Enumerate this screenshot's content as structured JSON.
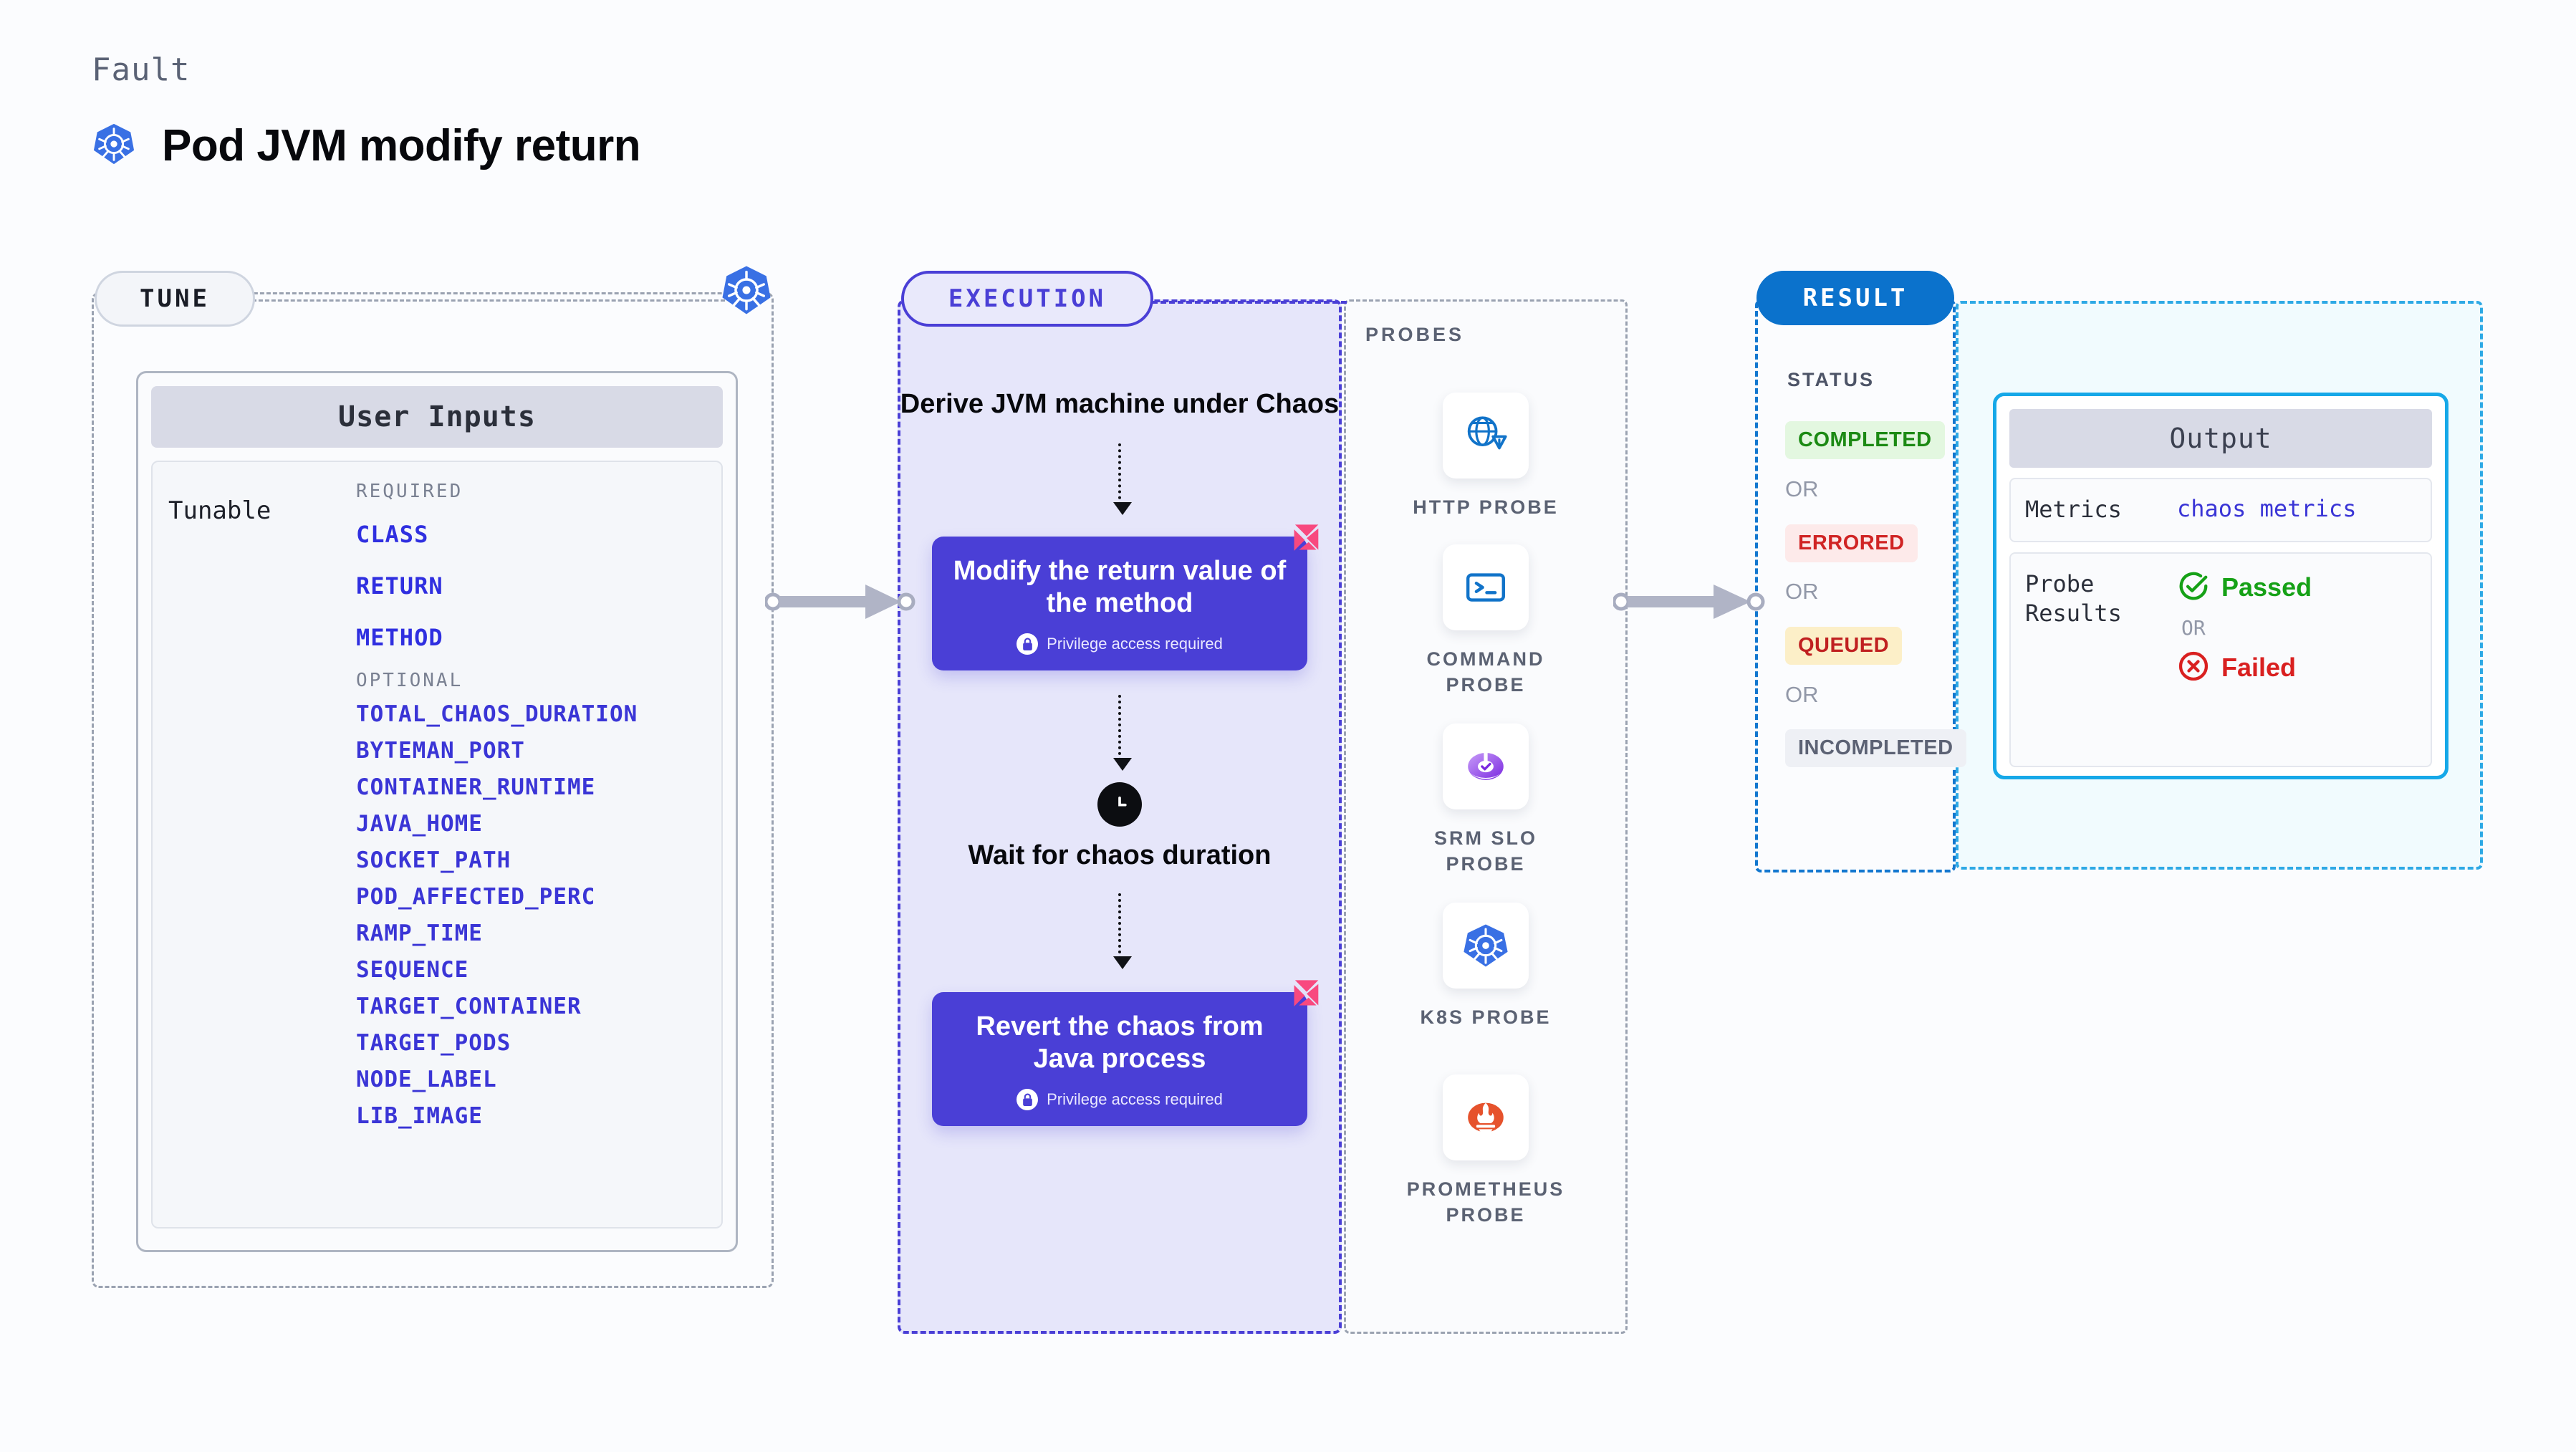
{
  "header": {
    "eyebrow": "Fault",
    "title": "Pod JVM modify return",
    "icon": "kubernetes-icon"
  },
  "tune": {
    "chip_label": "TUNE",
    "kubernetes_icon": "kubernetes-icon",
    "card": {
      "header": "User Inputs",
      "row_label": "Tunable",
      "required_label": "REQUIRED",
      "required": [
        "CLASS",
        "RETURN",
        "METHOD"
      ],
      "optional_label": "OPTIONAL",
      "optional": [
        "TOTAL_CHAOS_DURATION",
        "BYTEMAN_PORT",
        "CONTAINER_RUNTIME",
        "JAVA_HOME",
        "SOCKET_PATH",
        "POD_AFFECTED_PERC",
        "RAMP_TIME",
        "SEQUENCE",
        "TARGET_CONTAINER",
        "TARGET_PODS",
        "NODE_LABEL",
        "LIB_IMAGE"
      ]
    }
  },
  "execution": {
    "chip_label": "EXECUTION",
    "steps": [
      {
        "type": "text",
        "label": "Derive JVM machine\nunder Chaos"
      },
      {
        "type": "card",
        "label": "Modify the return\nvalue of the method",
        "note": "Privilege access required",
        "badge": "litmus-icon",
        "lock": "lock-icon"
      },
      {
        "type": "clock",
        "icon": "clock-icon",
        "label": "Wait for chaos\nduration"
      },
      {
        "type": "card",
        "label": "Revert the chaos\nfrom Java process",
        "note": "Privilege access required",
        "badge": "litmus-icon",
        "lock": "lock-icon"
      }
    ]
  },
  "probes": {
    "section_label": "PROBES",
    "items": [
      {
        "name": "HTTP PROBE",
        "icon": "globe-warning-icon"
      },
      {
        "name": "COMMAND\nPROBE",
        "icon": "terminal-icon"
      },
      {
        "name": "SRM SLO\nPROBE",
        "icon": "slo-gauge-icon"
      },
      {
        "name": "K8S PROBE",
        "icon": "kubernetes-icon"
      },
      {
        "name": "PROMETHEUS\nPROBE",
        "icon": "prometheus-icon"
      }
    ]
  },
  "result": {
    "chip_label": "RESULT",
    "status_label": "STATUS",
    "or_label": "OR",
    "statuses": [
      {
        "label": "COMPLETED",
        "bg": "#e3f7e0",
        "fg": "#1c8a14"
      },
      {
        "label": "ERRORED",
        "bg": "#fdeaea",
        "fg": "#d02424"
      },
      {
        "label": "QUEUED",
        "bg": "#fcefc8",
        "fg": "#c02020"
      },
      {
        "label": "INCOMPLETED",
        "bg": "#eef0f5",
        "fg": "#5c6274"
      }
    ]
  },
  "output": {
    "header": "Output",
    "metrics_key": "Metrics",
    "metrics_value": "chaos metrics",
    "probe_results_key": "Probe\nResults",
    "passed_label": "Passed",
    "failed_label": "Failed",
    "or_label": "OR",
    "pass_icon": "check-circle-icon",
    "fail_icon": "x-circle-icon"
  },
  "colors": {
    "accent_purple": "#4a3fd6",
    "accent_blue": "#0b72cc",
    "accent_cyan": "#16a8e8",
    "link_blue": "#3a35d6",
    "pass_green": "#16a117",
    "fail_red": "#d92020",
    "litmus_pink": "#f8497f",
    "kube_blue": "#3970e4",
    "canvas_bg": "#fbfcfe"
  }
}
